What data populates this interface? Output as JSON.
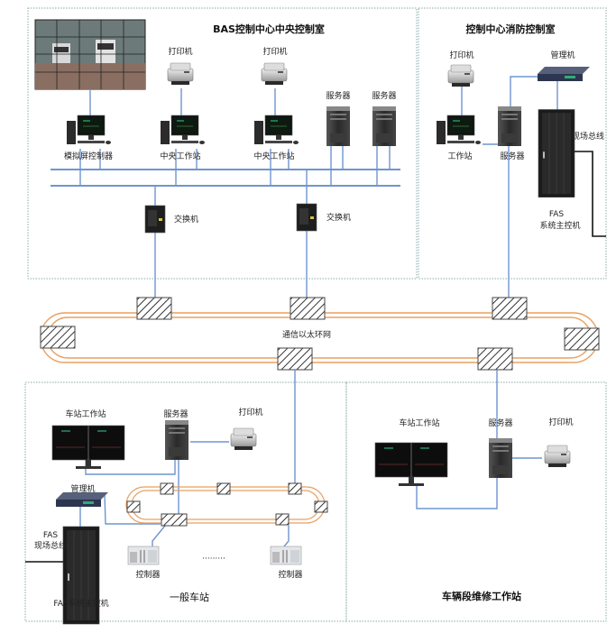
{
  "zones": {
    "bas_center": {
      "title": "BAS控制中心中央控制室"
    },
    "fire_center": {
      "title": "控制中心消防控制室"
    },
    "general_station": {
      "title": "一般车站"
    },
    "depot": {
      "title": "车辆段维修工作站"
    }
  },
  "bas_center": {
    "videowall_controller": "模拟屏控制器",
    "workstation_1": "中央工作站",
    "workstation_2": "中央工作站",
    "printer_1": "打印机",
    "printer_2": "打印机",
    "server_1": "服务器",
    "server_2": "服务器",
    "switch_1": "交换机",
    "switch_2": "交换机"
  },
  "fire_center": {
    "printer": "打印机",
    "manager": "管理机",
    "workstation": "工作站",
    "server": "服务器",
    "field_bus": "现场总线",
    "fas_host_line1": "FAS",
    "fas_host_line2": "系统主控机"
  },
  "ring": {
    "label": "通信以太环网",
    "color": "#e8a060",
    "link_color": "#6f95cf"
  },
  "general_station": {
    "station_workstation": "车站工作站",
    "server": "服务器",
    "printer": "打印机",
    "manager": "管理机",
    "fas_bus_line1": "FAS",
    "fas_bus_line2": "现场总线",
    "fas_host": "FAS系统主控机",
    "controller_1": "控制器",
    "controller_2": "控制器",
    "ellipsis": "·········"
  },
  "depot": {
    "station_workstation": "车站工作站",
    "server": "服务器",
    "printer": "打印机"
  }
}
